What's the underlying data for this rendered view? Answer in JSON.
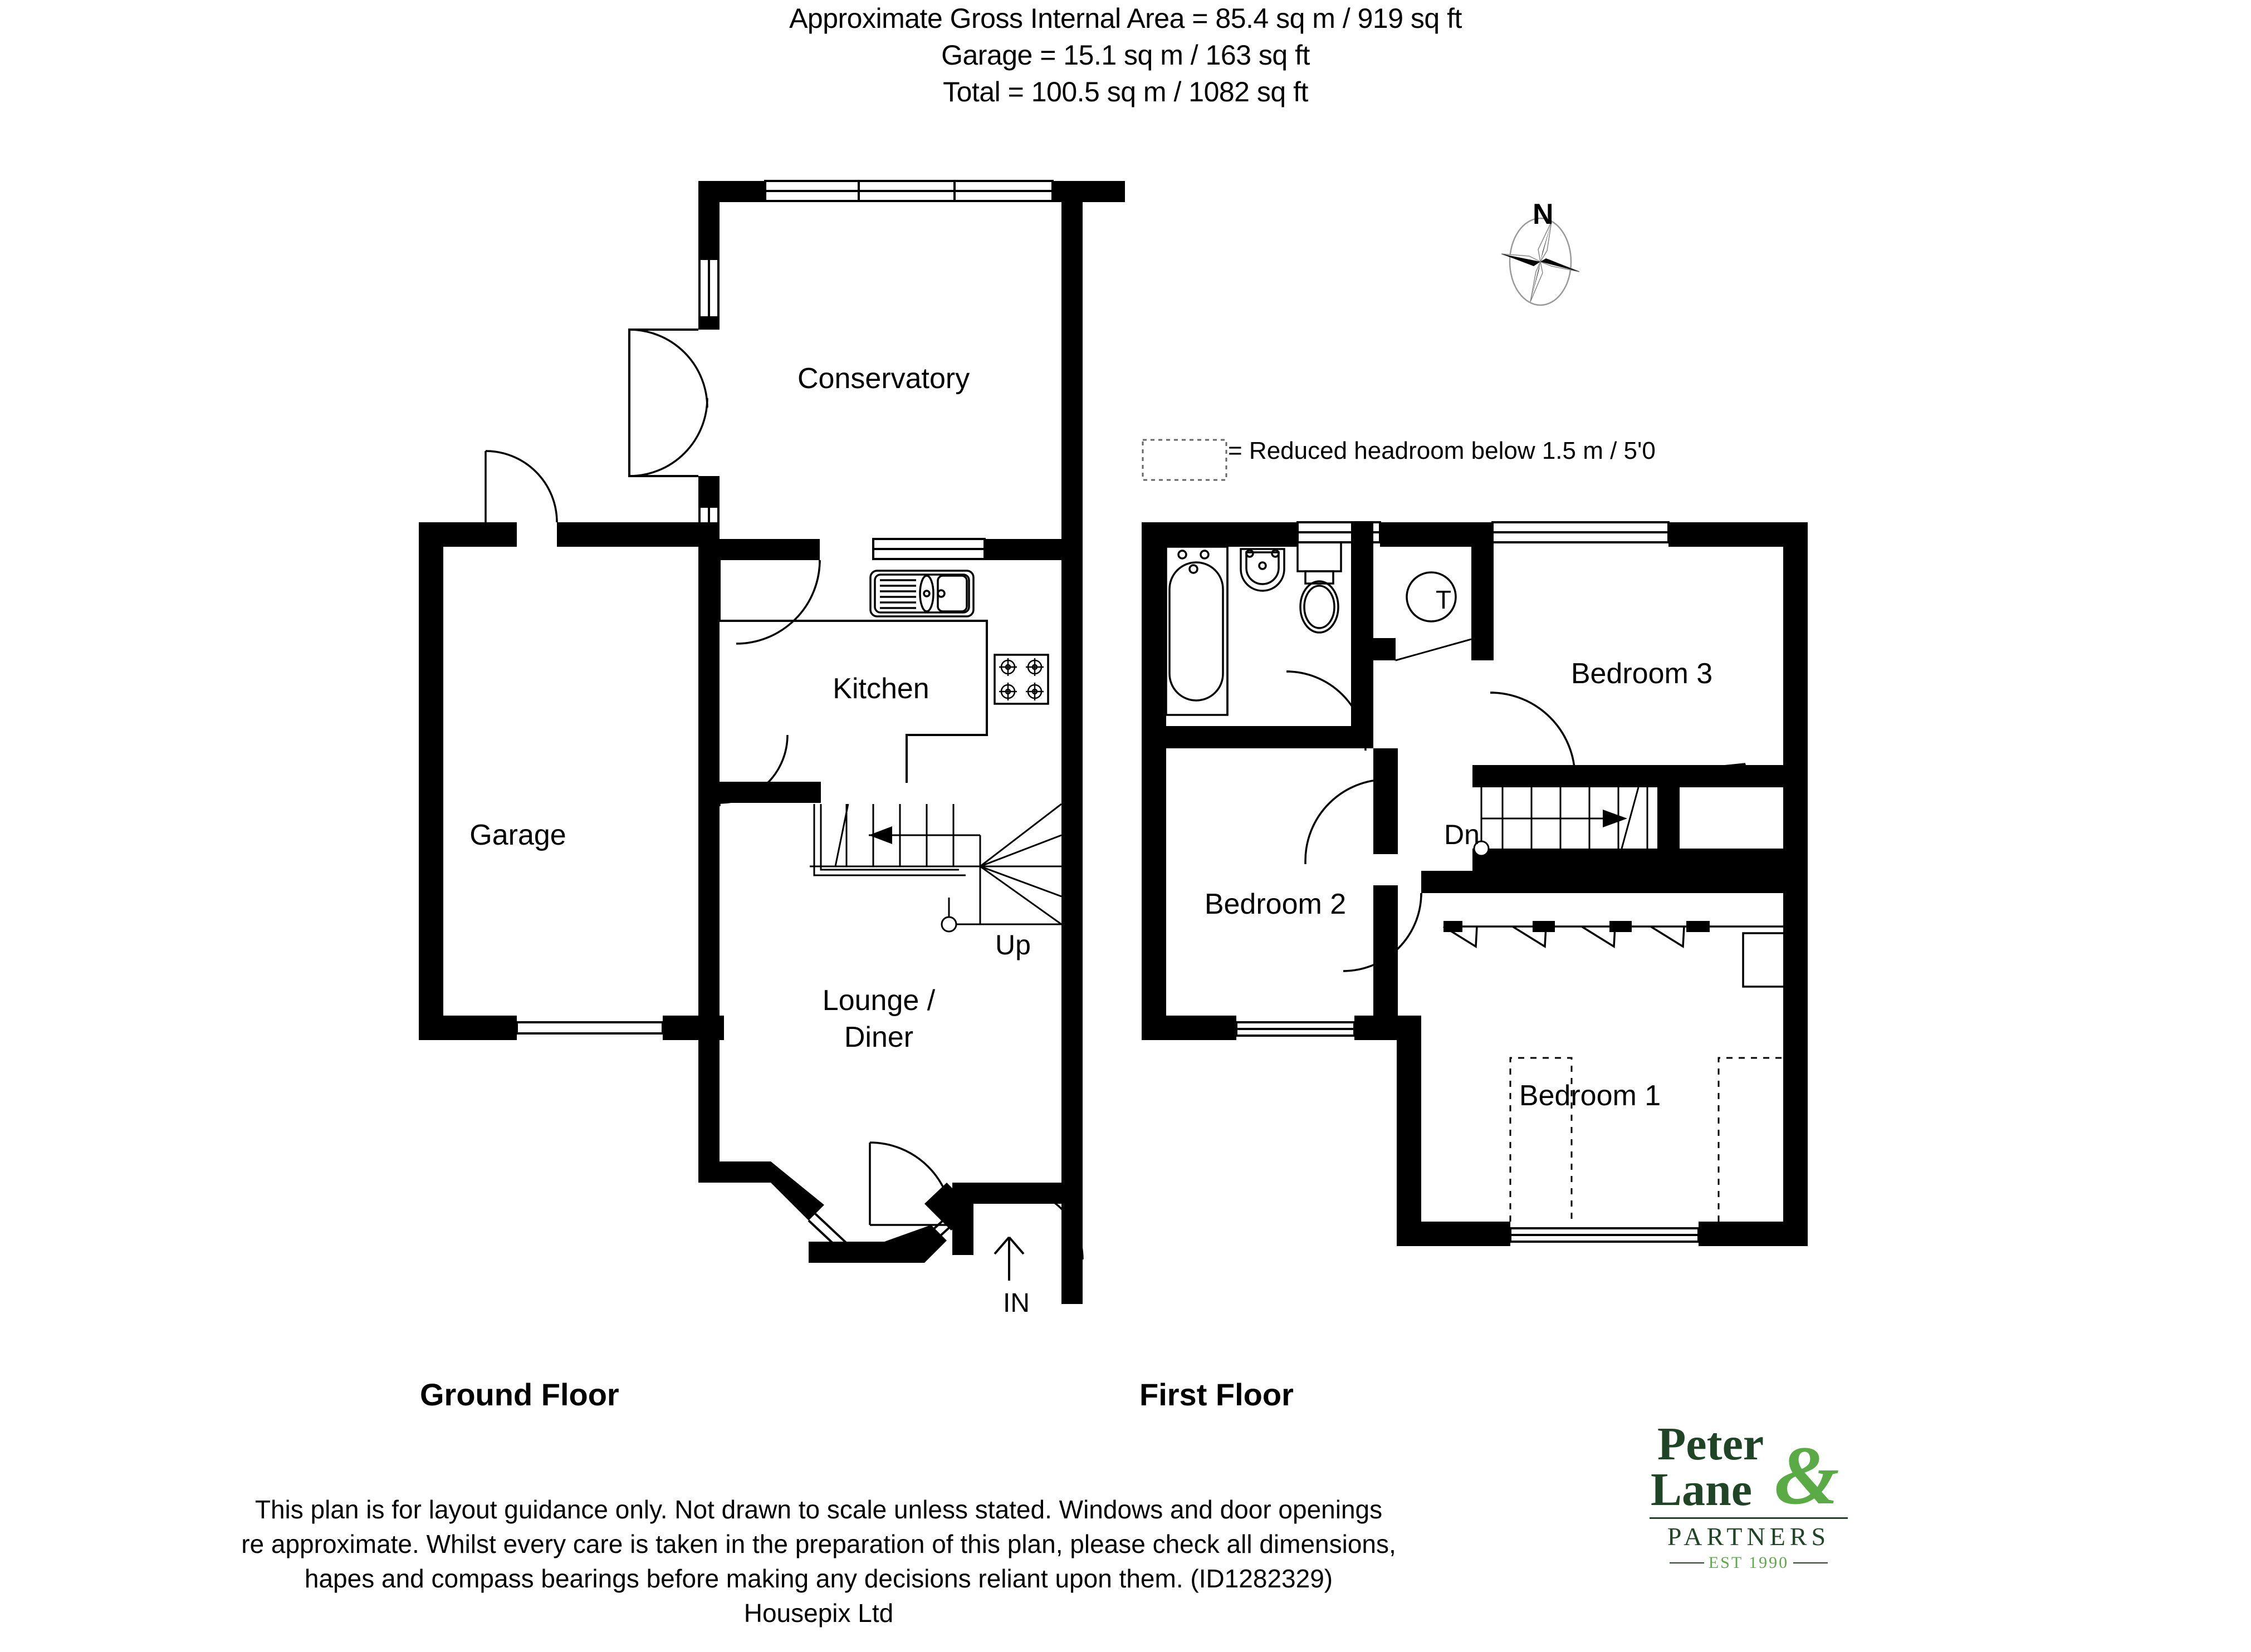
{
  "header": {
    "line1": "Approximate Gross Internal Area = 85.4  sq m / 919 sq ft",
    "line2": "Garage = 15.1 sq m / 163 sq ft",
    "line3": "Total = 100.5 sq m / 1082 sq ft"
  },
  "compass": {
    "north_label": "N"
  },
  "legend": {
    "text": "=  Reduced headroom below 1.5 m / 5'0",
    "swatch_style": "dotted-rectangle"
  },
  "floors": [
    {
      "key": "ground",
      "label": "Ground Floor"
    },
    {
      "key": "first",
      "label": "First Floor"
    }
  ],
  "ground_floor": {
    "rooms": [
      {
        "name": "Conservatory",
        "label": "Conservatory"
      },
      {
        "name": "Kitchen",
        "label": "Kitchen"
      },
      {
        "name": "Garage",
        "label": "Garage"
      },
      {
        "name": "LoungeDiner",
        "label_line1": "Lounge /",
        "label_line2": "Diner"
      }
    ],
    "stair_label": "Up",
    "entrance_label": "IN",
    "fixtures": [
      "kitchen-sink",
      "kitchen-hob",
      "bay-window",
      "garage-door"
    ]
  },
  "first_floor": {
    "rooms": [
      {
        "name": "Bedroom1",
        "label": "Bedroom 1"
      },
      {
        "name": "Bedroom2",
        "label": "Bedroom 2"
      },
      {
        "name": "Bedroom3",
        "label": "Bedroom 3"
      },
      {
        "name": "Bathroom",
        "label": ""
      }
    ],
    "stair_label": "Dn",
    "tank_label": "T",
    "fixtures": [
      "bath",
      "basin",
      "wc",
      "airing-cupboard-tank",
      "wardrobe"
    ]
  },
  "footer": {
    "line1": "This plan is for layout guidance only. Not drawn to scale unless stated. Windows and door openings",
    "line2": "re approximate. Whilst every care is taken in the preparation of this plan, please check all dimensions,",
    "line3": "hapes and compass bearings before making any decisions reliant upon them. (ID1282329)",
    "line4": "Housepix Ltd"
  },
  "logo": {
    "word1": "Peter",
    "word2": "Lane",
    "ampersand": "&",
    "word3": "PARTNERS",
    "word4": "EST 1990",
    "dark_green": "#1f4526",
    "light_green": "#5aab46"
  }
}
